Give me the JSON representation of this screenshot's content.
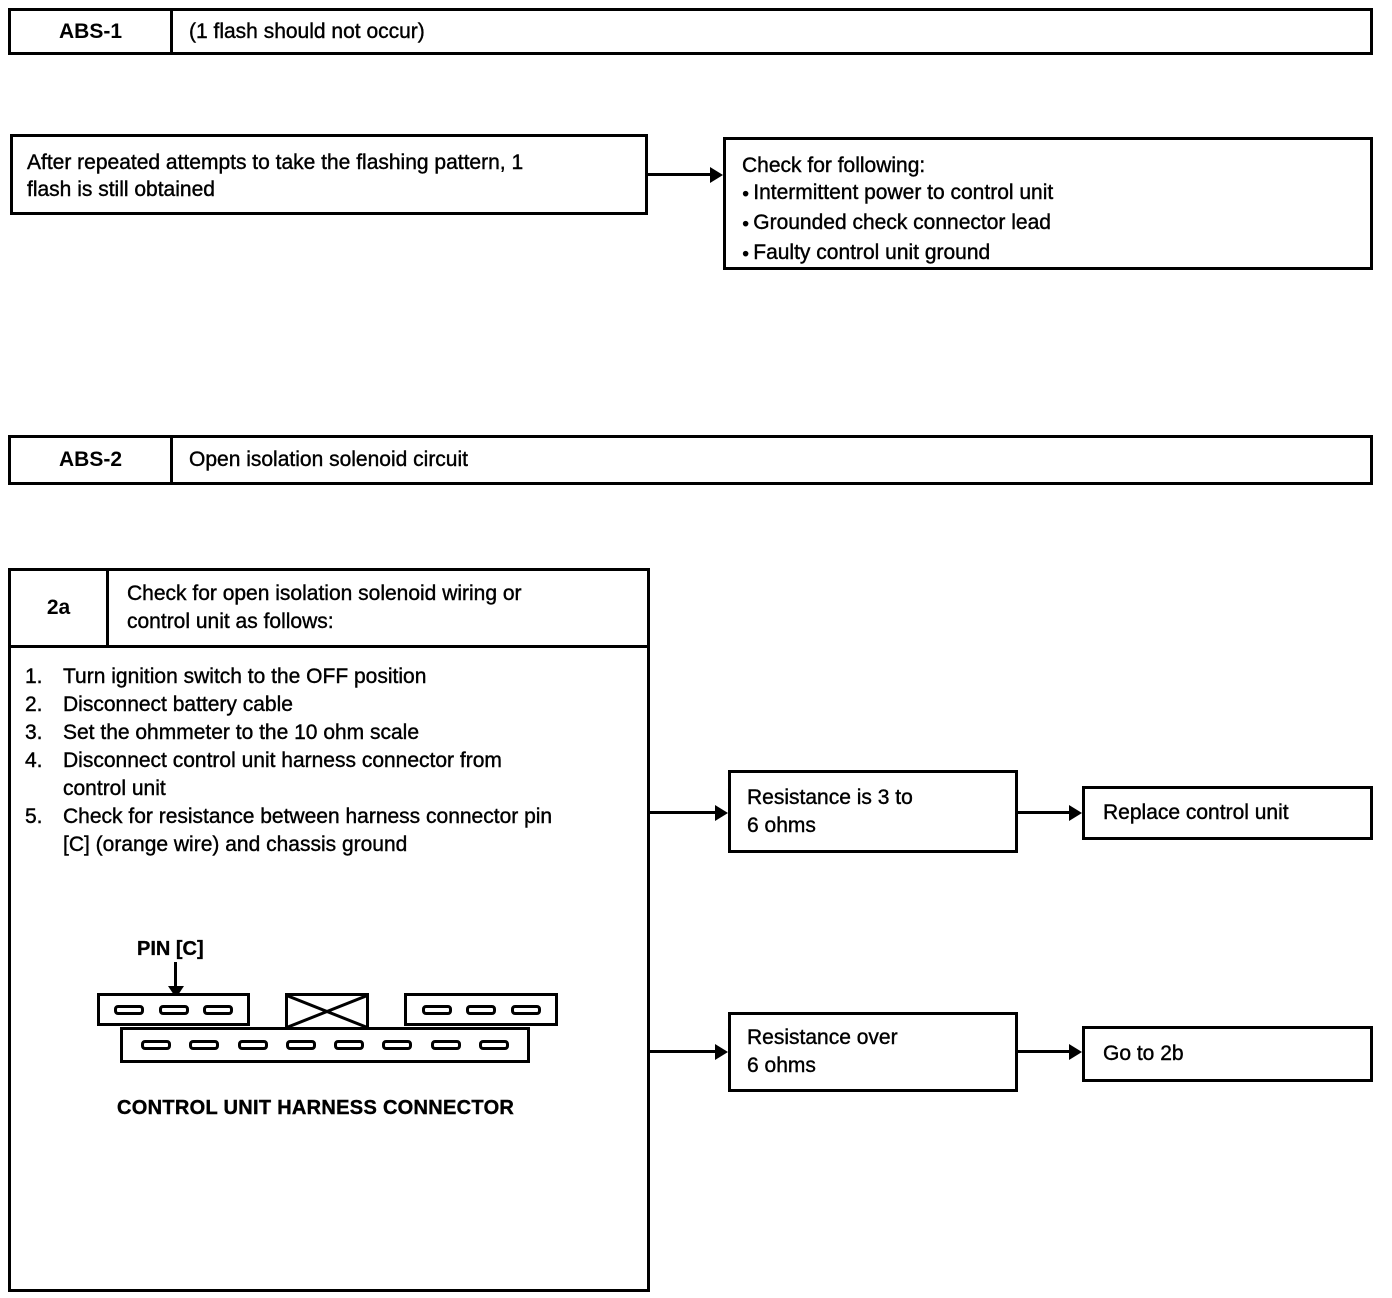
{
  "colors": {
    "ink": "#000000",
    "paper": "#ffffff"
  },
  "fault_headers": [
    {
      "code": "ABS-1",
      "description": "(1 flash should not occur)"
    },
    {
      "code": "ABS-2",
      "description": "Open isolation solenoid circuit"
    }
  ],
  "flow_abs1": {
    "condition": "After repeated attempts to take the flashing pattern, 1\nflash is still obtained",
    "check": {
      "title": "Check for following:",
      "bullets": [
        "Intermittent power to control unit",
        "Grounded check connector lead",
        "Faulty control unit ground"
      ]
    }
  },
  "step_2a": {
    "id": "2a",
    "title": "Check for open isolation solenoid wiring or\ncontrol unit as follows:",
    "steps": [
      {
        "num": "1.",
        "text": "Turn ignition switch to the OFF position"
      },
      {
        "num": "2.",
        "text": "Disconnect battery cable"
      },
      {
        "num": "3.",
        "text": "Set the ohmmeter to the 10 ohm scale"
      },
      {
        "num": "4.",
        "text": "Disconnect control unit harness connector from\ncontrol unit"
      },
      {
        "num": "5.",
        "text": "Check for resistance between harness connector pin\n[C] (orange wire) and chassis ground"
      }
    ],
    "diagram": {
      "pin_label": "PIN [C]",
      "caption": "CONTROL UNIT HARNESS CONNECTOR"
    }
  },
  "outcomes": [
    {
      "condition": "Resistance is 3 to\n6 ohms",
      "action": "Replace control unit"
    },
    {
      "condition": "Resistance over\n6 ohms",
      "action": "Go to 2b"
    }
  ]
}
